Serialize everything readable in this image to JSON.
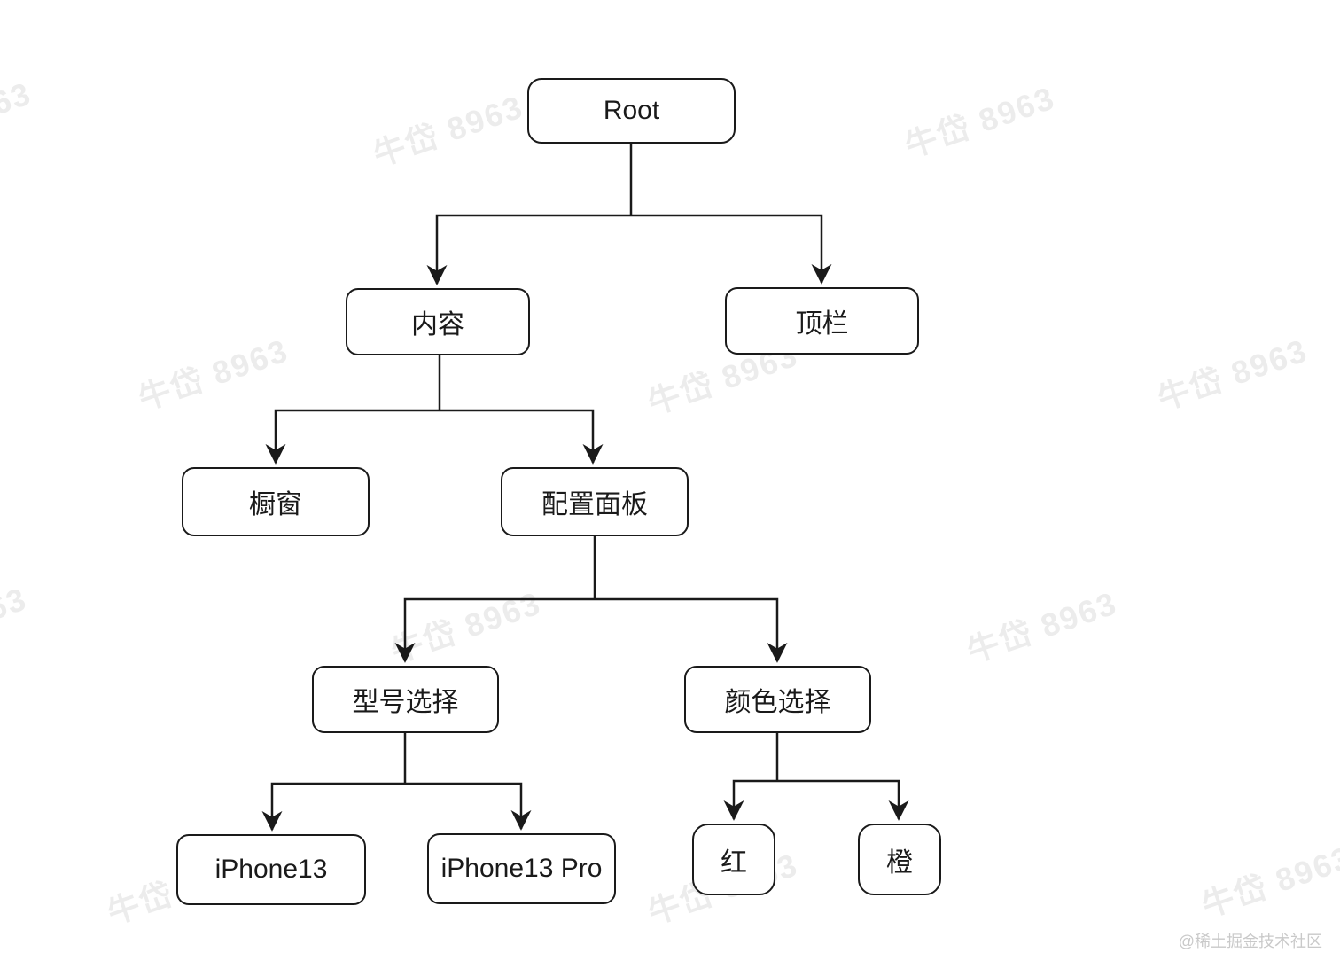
{
  "diagram": {
    "nodes": {
      "root": {
        "label": "Root"
      },
      "content": {
        "label": "内容"
      },
      "topbar": {
        "label": "顶栏"
      },
      "showcase": {
        "label": "橱窗"
      },
      "config_panel": {
        "label": "配置面板"
      },
      "model_select": {
        "label": "型号选择"
      },
      "color_select": {
        "label": "颜色选择"
      },
      "iphone13": {
        "label": "iPhone13"
      },
      "iphone13_pro": {
        "label": "iPhone13 Pro"
      },
      "red": {
        "label": "红"
      },
      "orange": {
        "label": "橙"
      }
    },
    "edges": [
      {
        "from": "root",
        "to": "content"
      },
      {
        "from": "root",
        "to": "topbar"
      },
      {
        "from": "content",
        "to": "showcase"
      },
      {
        "from": "content",
        "to": "config_panel"
      },
      {
        "from": "config_panel",
        "to": "model_select"
      },
      {
        "from": "config_panel",
        "to": "color_select"
      },
      {
        "from": "model_select",
        "to": "iphone13"
      },
      {
        "from": "model_select",
        "to": "iphone13_pro"
      },
      {
        "from": "color_select",
        "to": "red"
      },
      {
        "from": "color_select",
        "to": "orange"
      }
    ],
    "colors": {
      "node_border": "#1a1a1a",
      "node_fill": "#ffffff",
      "node_text": "#1a1a1a",
      "connector": "#1a1a1a"
    }
  },
  "watermark": {
    "text": "牛岱 8963",
    "color": "#ececec"
  },
  "credit": {
    "text": "@稀土掘金技术社区",
    "color": "#c9c9c9"
  }
}
